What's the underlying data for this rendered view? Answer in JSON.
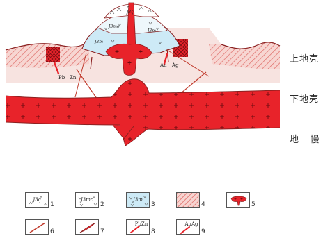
{
  "section": {
    "layers": {
      "upper_crust": "上地壳",
      "lower_crust": "下地壳",
      "mantle": "地   幔"
    },
    "map_labels": {
      "top_unit": "J3ς",
      "volcanic_a": "J3mo",
      "volcanic_b": "J3m",
      "volcanic_c": "J3m",
      "left_deposit_1": "Pb",
      "left_deposit_2": "Zn",
      "right_deposit_1": "Au",
      "right_deposit_2": "Ag"
    },
    "colors": {
      "magma_red": "#e8232a",
      "crust_pink": "#f2c9c4",
      "alteration_pink": "#f4b7b2",
      "volcanic_blue": "#cdeaf6",
      "outline": "#8a2020"
    }
  },
  "legend": [
    {
      "num": "1",
      "code": "J3ς",
      "type": "tuff"
    },
    {
      "num": "2",
      "code": "J3mo",
      "type": "volcanic-v"
    },
    {
      "num": "3",
      "code": "J3m",
      "type": "volcanic-blue"
    },
    {
      "num": "4",
      "code": "",
      "type": "hatched"
    },
    {
      "num": "5",
      "code": "",
      "type": "magma-body"
    },
    {
      "num": "6",
      "code": "",
      "type": "fault"
    },
    {
      "num": "7",
      "code": "",
      "type": "dyke"
    },
    {
      "num": "8",
      "code": "PbZn",
      "type": "orebody-pbzn"
    },
    {
      "num": "9",
      "code": "AuAg",
      "type": "orebody-auag"
    }
  ]
}
